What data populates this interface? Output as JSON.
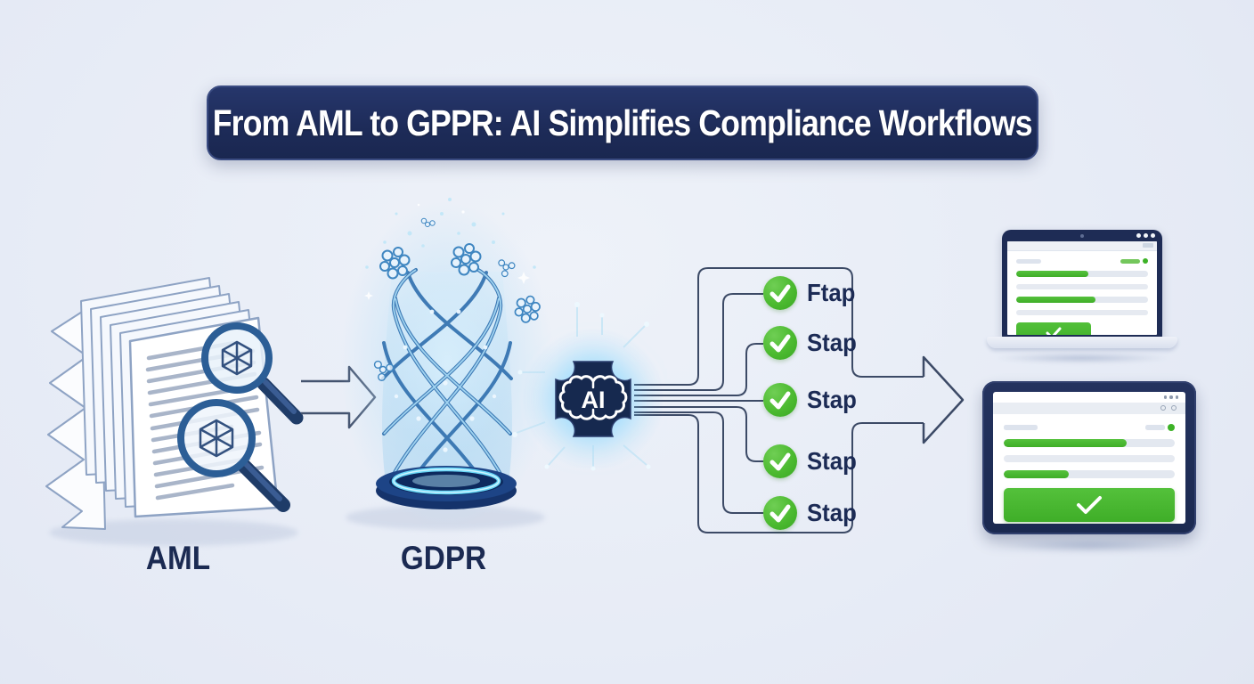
{
  "header": {
    "title": "From AML to GPPR: AI Simplifies Compliance Workflows"
  },
  "stages": {
    "aml": {
      "label": "AML",
      "icon": "document-stack-with-magnifiers"
    },
    "gdpr": {
      "label": "GDPR",
      "icon": "holographic-data-column"
    },
    "ai_chip": {
      "label": "AI",
      "icon": "brain-chip"
    }
  },
  "checklist": {
    "items": [
      {
        "label": "Ftap",
        "checked": true
      },
      {
        "label": "Stap",
        "checked": true
      },
      {
        "label": "Stap",
        "checked": true
      },
      {
        "label": "Stap",
        "checked": true
      },
      {
        "label": "Stap",
        "checked": true
      }
    ]
  },
  "devices": {
    "laptop": {
      "progress_bars": [
        {
          "fill_percent": 55
        },
        {
          "fill_percent": 0
        },
        {
          "fill_percent": 60
        },
        {
          "fill_percent": 0
        }
      ],
      "button_icon": "check"
    },
    "tablet": {
      "progress_bars": [
        {
          "fill_percent": 72
        },
        {
          "fill_percent": 0
        },
        {
          "fill_percent": 38
        }
      ],
      "button_icon": "check"
    }
  },
  "colors": {
    "background": "#e5eaf5",
    "banner_navy": "#1d2b58",
    "text_navy": "#1c2b55",
    "line_navy": "#3c4a66",
    "accent_green": "#45b52f",
    "holo_blue": "#7cc4ec",
    "white": "#ffffff"
  }
}
